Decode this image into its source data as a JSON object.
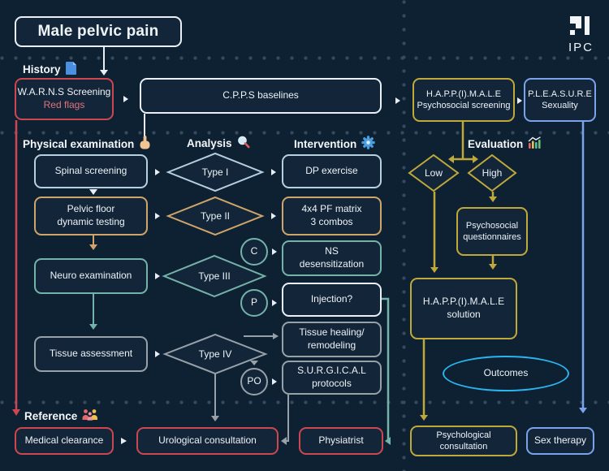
{
  "title": "Male pelvic pain",
  "logo_text": "IPC",
  "section_labels": {
    "history": "History",
    "physical_examination": "Physical examination",
    "analysis": "Analysis",
    "intervention": "Intervention",
    "evaluation": "Evaluation",
    "reference": "Reference"
  },
  "nodes": {
    "warns": {
      "line1": "W.A.R.N.S Screening",
      "line2": "Red flags"
    },
    "cpps": {
      "label": "C.P.P.S baselines"
    },
    "happ_screening": {
      "line1": "H.A.P.P.(I).M.A.L.E",
      "line2": "Psychosocial screening"
    },
    "pleasure": {
      "line1": "P.L.E.A.S.U.R.E",
      "line2": "Sexuality"
    },
    "spinal": {
      "label": "Spinal screening"
    },
    "pelvic_floor": {
      "line1": "Pelvic floor",
      "line2": "dynamic testing"
    },
    "neuro": {
      "label": "Neuro examination"
    },
    "tissue_assessment": {
      "label": "Tissue assessment"
    },
    "type_i": {
      "label": "Type I"
    },
    "type_ii": {
      "label": "Type II"
    },
    "type_iii": {
      "label": "Type III"
    },
    "type_iv": {
      "label": "Type IV"
    },
    "dp_exercise": {
      "label": "DP exercise"
    },
    "pf_matrix": {
      "line1": "4x4 PF matrix",
      "line2": "3 combos"
    },
    "ns_desensitization": {
      "line1": "NS",
      "line2": "desensitization"
    },
    "injection": {
      "label": "Injection?"
    },
    "tissue_healing": {
      "line1": "Tissue healing/",
      "line2": "remodeling"
    },
    "surgical": {
      "line1": "S.U.R.G.I.C.A.L",
      "line2": "protocols"
    },
    "circle_c": {
      "label": "C"
    },
    "circle_p": {
      "label": "P"
    },
    "circle_po": {
      "label": "PO"
    },
    "low": {
      "label": "Low"
    },
    "high": {
      "label": "High"
    },
    "questionnaires": {
      "line1": "Psychosocial",
      "line2": "questionnaires"
    },
    "happ_solution": {
      "line1": "H.A.P.P.(I).M.A.L.E",
      "line2": "solution"
    },
    "outcomes": {
      "label": "Outcomes"
    },
    "medical_clearance": {
      "label": "Medical clearance"
    },
    "urological": {
      "label": "Urological consultation"
    },
    "physiatrist": {
      "label": "Physiatrist"
    },
    "psychological": {
      "line1": "Psychological",
      "line2": "consultation"
    },
    "sex_therapy": {
      "label": "Sex therapy"
    }
  },
  "icons": {
    "history": "document-icon",
    "physical_examination": "pointing-hand-icon",
    "analysis": "magnifier-icon",
    "intervention": "gear-icon",
    "evaluation": "bar-chart-icon",
    "reference": "people-icon"
  },
  "colors": {
    "background": "#0e2133",
    "node_fill": "#132639",
    "white": "#eaeff5",
    "red": "#cd4750",
    "red_text": "#e0737b",
    "pale_blue": "#b5d0df",
    "tan": "#d0a569",
    "teal": "#74b3a9",
    "gray": "#98a0a8",
    "gold": "#bfa93a",
    "blue": "#7aa3eb",
    "cyan": "#2ab5ef"
  }
}
